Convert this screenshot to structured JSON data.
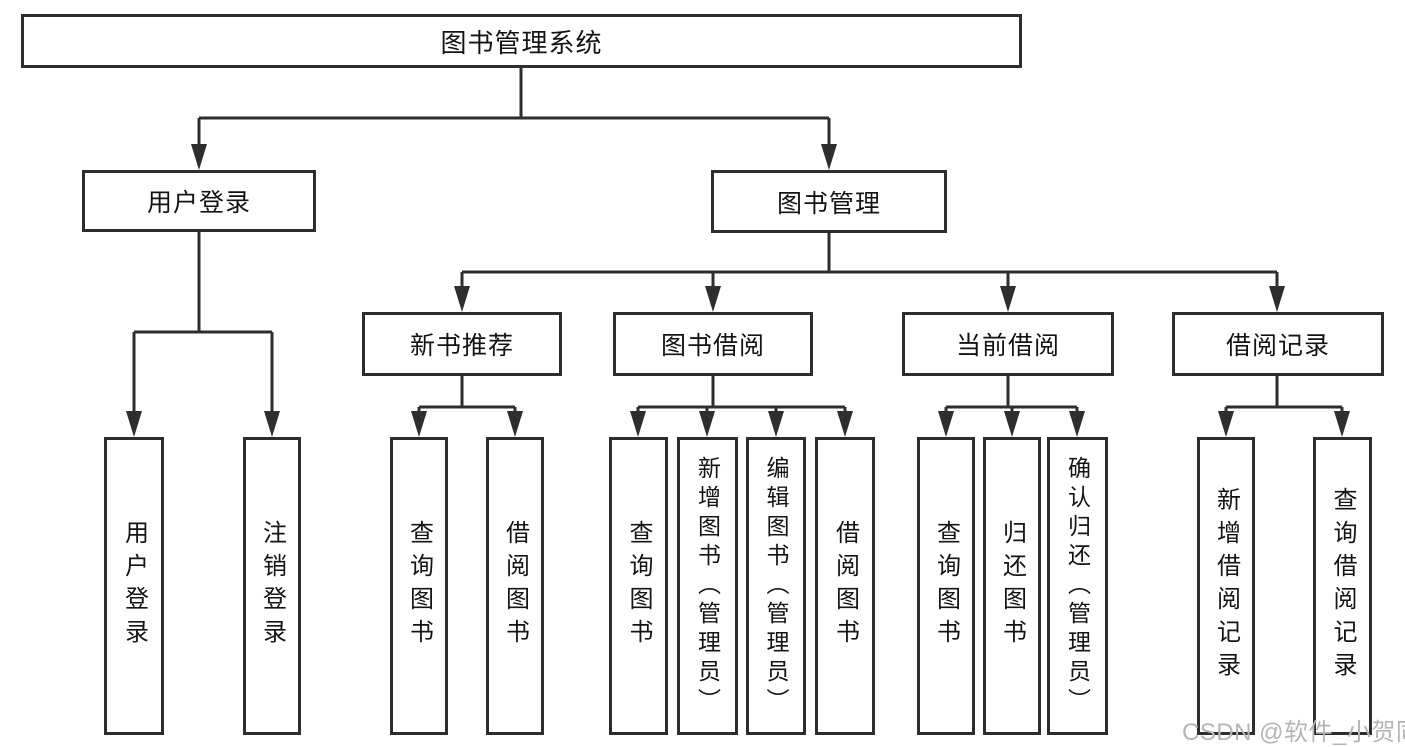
{
  "diagram_title": "图书管理系统",
  "watermark": "CSDN @软件_小贺同学",
  "nodes": {
    "root": "图书管理系统",
    "user_login": "用户登录",
    "book_mgmt": "图书管理",
    "new_book": "新书推荐",
    "borrow": "图书借阅",
    "current": "当前借阅",
    "record": "借阅记录",
    "leaf_user_login": "用户登录",
    "leaf_logout": "注销登录",
    "leaf_nb_query": "查询图书",
    "leaf_nb_borrow": "借阅图书",
    "leaf_bw_query": "查询图书",
    "leaf_bw_add": "新增图书（管理员）",
    "leaf_bw_edit": "编辑图书（管理员）",
    "leaf_bw_borrow": "借阅图书",
    "leaf_cur_query": "查询图书",
    "leaf_cur_return": "归还图书",
    "leaf_cur_confirm": "确认归还（管理员）",
    "leaf_rec_add": "新增借阅记录",
    "leaf_rec_query": "查询借阅记录"
  },
  "line_color": "#2e2e2e"
}
